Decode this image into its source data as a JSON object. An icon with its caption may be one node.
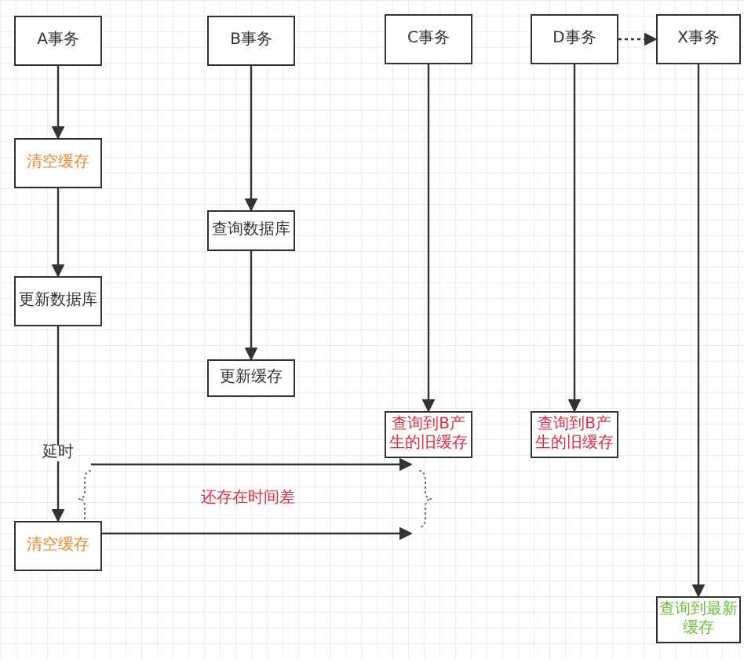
{
  "diagram": {
    "nodes": [
      {
        "text": [
          "A事务"
        ]
      },
      {
        "text": [
          "B事务"
        ]
      },
      {
        "text": [
          "C事务"
        ]
      },
      {
        "text": [
          "D事务"
        ]
      },
      {
        "text": [
          "X事务"
        ]
      },
      {
        "text": [
          "清空缓存"
        ]
      },
      {
        "text": [
          "查询数据库"
        ]
      },
      {
        "text": [
          "更新数据库"
        ]
      },
      {
        "text": [
          "更新缓存"
        ]
      },
      {
        "text": [
          "查询到B产生的旧缓存"
        ]
      },
      {
        "text": [
          "查询到B产生的旧缓存"
        ]
      },
      {
        "text": [
          "清空缓存"
        ]
      },
      {
        "text": [
          "查询到最新缓存"
        ]
      }
    ],
    "edges": [
      {
        "from": 0,
        "to": 5,
        "arrow": "to"
      },
      {
        "from": 5,
        "to": 7,
        "arrow": "to"
      },
      {
        "from": 7,
        "to": 11,
        "arrow": "to",
        "label": "延时"
      },
      {
        "from": 1,
        "to": 6,
        "arrow": "to"
      },
      {
        "from": 6,
        "to": 8,
        "arrow": "to"
      },
      {
        "from": 2,
        "to": 9,
        "arrow": "to"
      },
      {
        "from": 3,
        "to": 10,
        "arrow": "to"
      },
      {
        "from": 3,
        "to": 4,
        "arrow": "to",
        "style": "dashed"
      },
      {
        "from": 4,
        "to": 12,
        "arrow": "to"
      },
      {
        "from": 11,
        "to": null,
        "arrow": "to"
      }
    ],
    "labels": [
      "还存在时间差"
    ]
  }
}
